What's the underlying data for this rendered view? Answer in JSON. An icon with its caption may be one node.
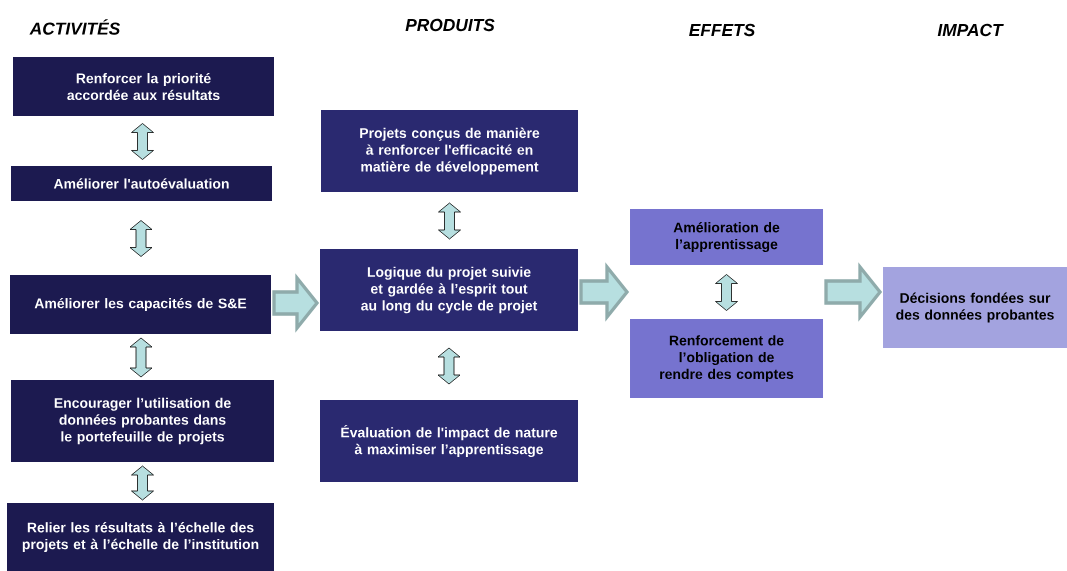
{
  "diagram": {
    "nodes": [
      {
        "text": [
          "Renforcer la priorité accordée aux résultats"
        ]
      },
      {
        "text": [
          "Améliorer l'autoévaluation"
        ]
      },
      {
        "text": [
          "Améliorer les capacités de S&E"
        ]
      },
      {
        "text": [
          "Encourager l’utilisation de données probantes dans le portefeuille de projets"
        ]
      },
      {
        "text": [
          "Relier les résultats à l’échelle des projets et à l’échelle de l’institution"
        ]
      },
      {
        "text": [
          "Projets conçus de manière à renforcer l'efficacité en matière de développement"
        ]
      },
      {
        "text": [
          "Logique du projet suivie et gardée à l’esprit tout au long du cycle de projet"
        ]
      },
      {
        "text": [
          "Évaluation de l'impact de nature à maximiser l’apprentissage"
        ]
      },
      {
        "text": [
          "Amélioration de l’apprentissage"
        ]
      },
      {
        "text": [
          "Renforcement de l’obligation de rendre des comptes"
        ]
      },
      {
        "text": [
          "Décisions fondées sur des données probantes"
        ]
      }
    ],
    "edges": [
      {
        "from": 0,
        "to": 1,
        "arrow": "both"
      },
      {
        "from": 1,
        "to": 2,
        "arrow": "both"
      },
      {
        "from": 2,
        "to": 3,
        "arrow": "both"
      },
      {
        "from": 3,
        "to": 4,
        "arrow": "both"
      },
      {
        "from": 5,
        "to": 6,
        "arrow": "both"
      },
      {
        "from": 6,
        "to": 7,
        "arrow": "both"
      },
      {
        "from": 8,
        "to": 9,
        "arrow": "both"
      },
      {
        "from": 2,
        "to": 6,
        "arrow": "to",
        "style": "thick"
      },
      {
        "from": 6,
        "to": 8,
        "arrow": "to",
        "style": "thick"
      },
      {
        "from": 6,
        "to": 9,
        "arrow": "to",
        "style": "thick"
      },
      {
        "from": 8,
        "to": 10,
        "arrow": "to",
        "style": "thick"
      },
      {
        "from": 9,
        "to": 10,
        "arrow": "to",
        "style": "thick"
      }
    ],
    "labels": [
      "ACTIVITÉS",
      "PRODUITS",
      "EFFETS",
      "IMPACT"
    ]
  }
}
